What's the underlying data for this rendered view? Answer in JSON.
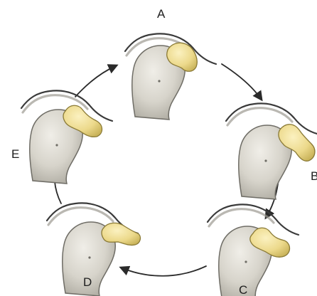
{
  "figure": {
    "stages": [
      {
        "id": "A",
        "label": "A"
      },
      {
        "id": "B",
        "label": "B"
      },
      {
        "id": "C",
        "label": "C"
      },
      {
        "id": "D",
        "label": "D"
      },
      {
        "id": "E",
        "label": "E"
      }
    ],
    "cycle_order": [
      "A",
      "B",
      "C",
      "D",
      "E"
    ],
    "colors": {
      "bone": "#d7d4cb",
      "bone_shadow": "#a9a69c",
      "bone_outline": "#6f6d66",
      "disc": "#ecd98b",
      "disc_shadow": "#c9b35a",
      "disc_outline": "#8a7a36",
      "fossa_line": "#3a3a3a",
      "arrow": "#2a2a2a"
    }
  }
}
